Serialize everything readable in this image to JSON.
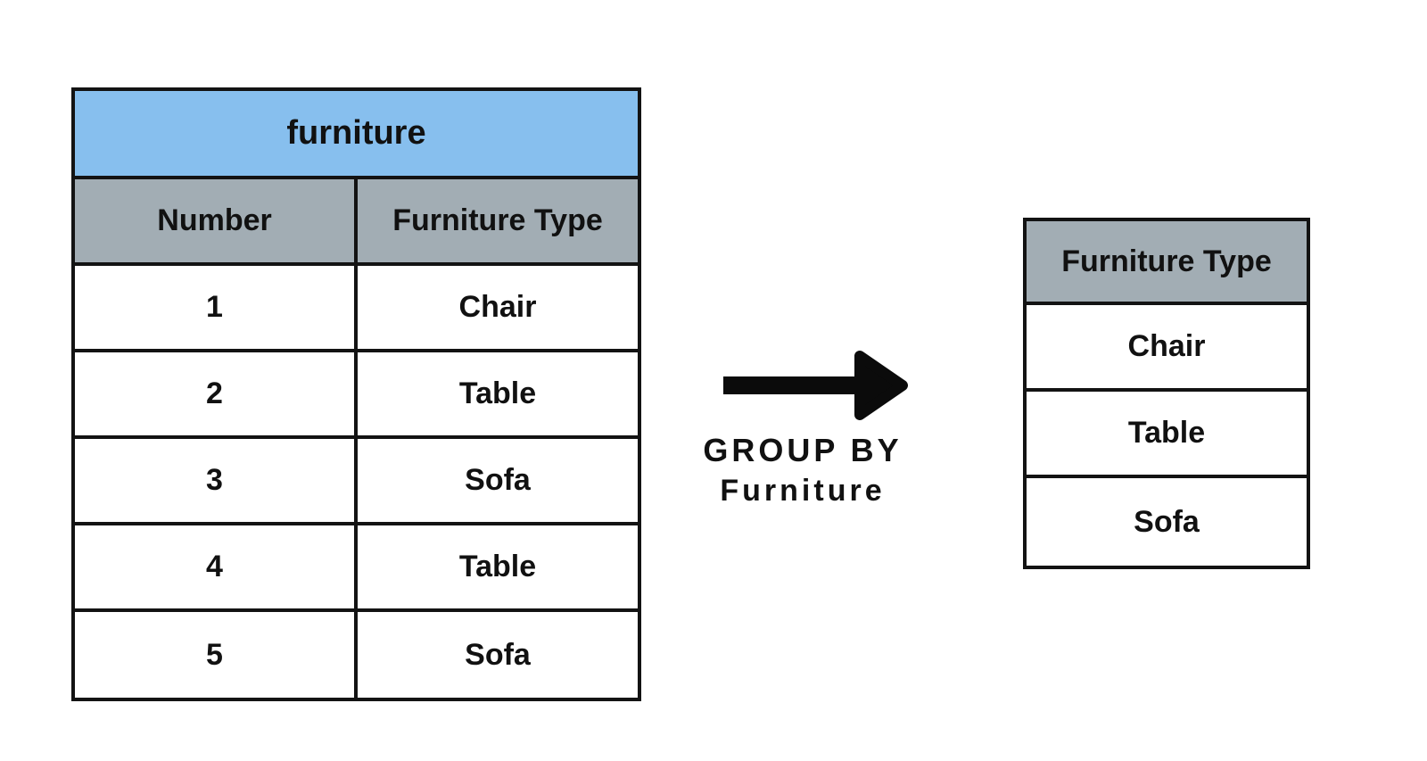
{
  "source_table": {
    "title": "furniture",
    "columns": [
      "Number",
      "Furniture Type"
    ],
    "rows": [
      [
        "1",
        "Chair"
      ],
      [
        "2",
        "Table"
      ],
      [
        "3",
        "Sofa"
      ],
      [
        "4",
        "Table"
      ],
      [
        "5",
        "Sofa"
      ]
    ]
  },
  "transform": {
    "arrow_icon": "right-arrow",
    "label_line1": "GROUP BY",
    "label_line2": "Furniture"
  },
  "result_table": {
    "columns": [
      "Furniture Type"
    ],
    "rows": [
      [
        "Chair"
      ],
      [
        "Table"
      ],
      [
        "Sofa"
      ]
    ]
  },
  "colors": {
    "source_title_bg": "#87bfee",
    "header_bg": "#a2adb4",
    "border": "#131313",
    "text": "#111111",
    "background": "#ffffff"
  }
}
